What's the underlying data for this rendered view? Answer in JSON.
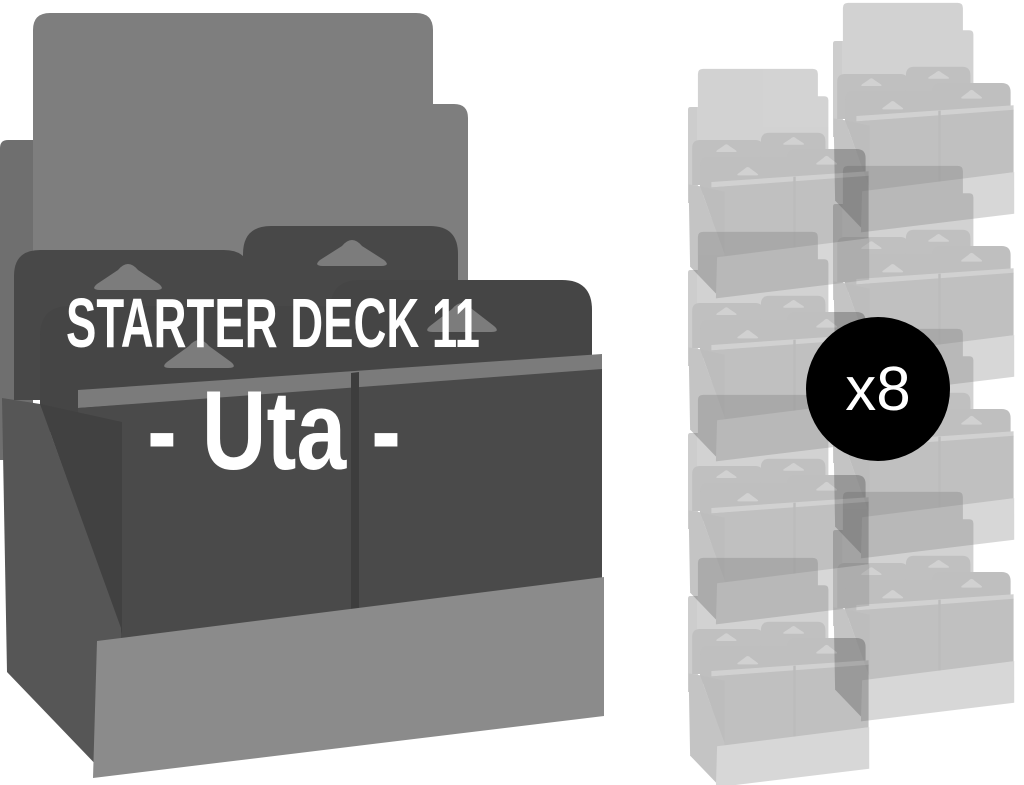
{
  "page": {
    "background": "#FFFFFF",
    "description": "Grayscale product illustration of a starter deck display carton with a stack of eight cartons"
  },
  "product": {
    "name_line1": "STARTER DECK 11",
    "name_line2": "- Uta -"
  },
  "badge": {
    "label": "x8",
    "bg": "#000000",
    "text_color": "#FFFFFF"
  },
  "stack": {
    "count": 8
  },
  "colors": {
    "marquee": "#7E7E7E",
    "wing_left": "#6F6F6F",
    "header_back": "#484848",
    "header_front": "#454545",
    "triangle": "#7C7C7C",
    "top_band": "#7B7B7B",
    "deck_front": "#4A4A4A",
    "gap": "#3D3D3D",
    "wall_outer": "#565656",
    "wall_inner": "#414141",
    "base": "#8B8B8B",
    "title_text": "#FFFFFF"
  }
}
